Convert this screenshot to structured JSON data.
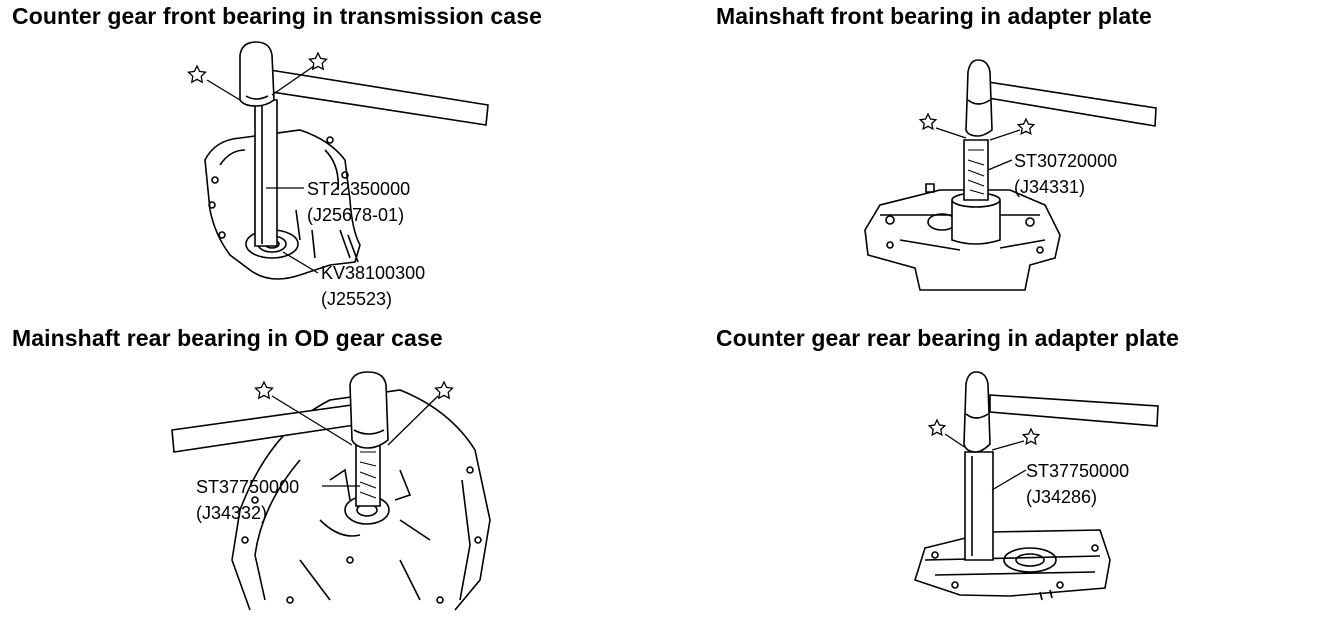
{
  "panels": [
    {
      "title": "Counter gear front bearing in transmission case",
      "labels": [
        {
          "part": "ST22350000",
          "alt": "(J25678-01)"
        },
        {
          "part": "KV38100300",
          "alt": "(J25523)"
        }
      ]
    },
    {
      "title": "Mainshaft front bearing in adapter plate",
      "labels": [
        {
          "part": "ST30720000",
          "alt": "(J34331)"
        }
      ]
    },
    {
      "title": "Mainshaft rear bearing in OD gear case",
      "labels": [
        {
          "part": "ST37750000",
          "alt": "(J34332)"
        }
      ]
    },
    {
      "title": "Counter gear rear bearing in adapter plate",
      "labels": [
        {
          "part": "ST37750000",
          "alt": "(J34286)"
        }
      ]
    }
  ],
  "colors": {
    "ink": "#000000",
    "background": "#ffffff"
  },
  "icons": [
    "star-icon",
    "hammer-icon",
    "drift-tool-icon"
  ]
}
